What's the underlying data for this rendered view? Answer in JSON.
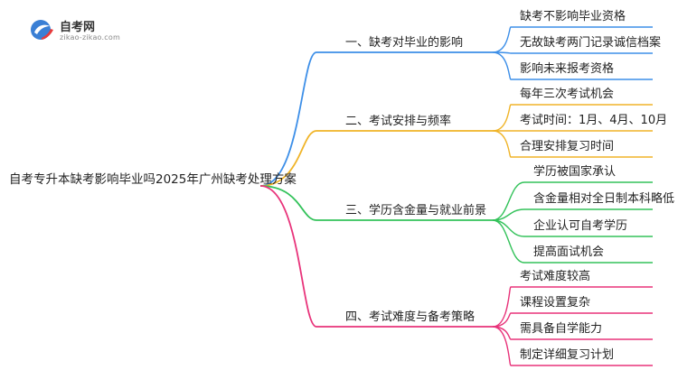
{
  "logo": {
    "name": "自考网",
    "url": "zikao-zikao.com"
  },
  "root": "自考专升本缺考影响毕业吗2025年广州缺考处理方案",
  "branches": [
    {
      "label": "一、缺考对毕业的影响",
      "color": "#3d8fe8",
      "children": [
        "缺考不影响毕业资格",
        "无故缺考两门记录诚信档案",
        "影响未来报考资格"
      ]
    },
    {
      "label": "二、考试安排与频率",
      "color": "#f0b428",
      "children": [
        "每年三次考试机会",
        "考试时间：1月、4月、10月",
        "合理安排复习时间"
      ]
    },
    {
      "label": "三、学历含金量与就业前景",
      "color": "#33c25a",
      "children": [
        "学历被国家承认",
        "含金量相对全日制本科略低",
        "企业认可自考学历",
        "提高面试机会"
      ]
    },
    {
      "label": "四、考试难度与备考策略",
      "color": "#e8337a",
      "children": [
        "考试难度较高",
        "课程设置复杂",
        "需具备自学能力",
        "制定详细复习计划"
      ]
    }
  ]
}
